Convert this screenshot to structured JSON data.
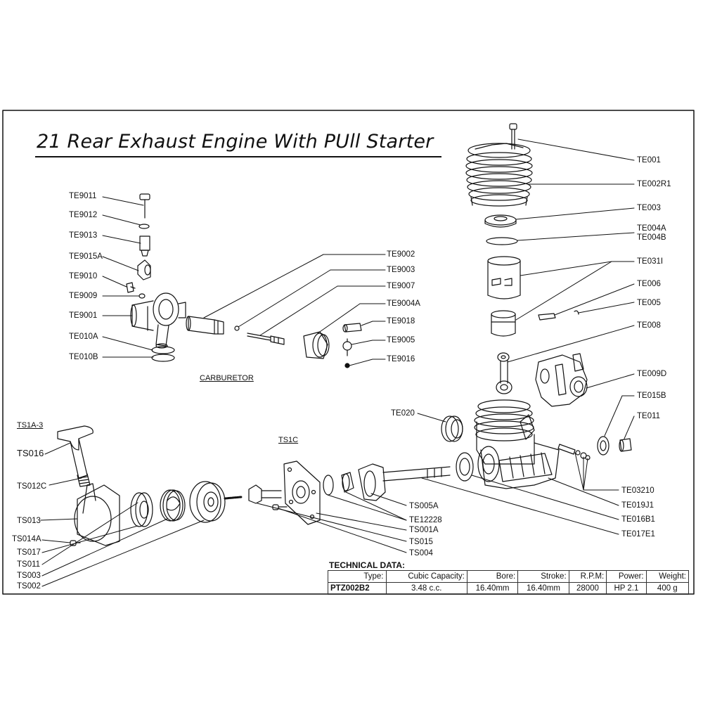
{
  "title": "21 Rear Exhaust Engine With  PUll Starter",
  "sections": {
    "carburetor": "CARBURETOR",
    "ts1a3": "TS1A-3",
    "ts1c": "TS1C"
  },
  "labels": {
    "te001": "TE001",
    "te002r1": "TE002R1",
    "te003": "TE003",
    "te004a": "TE004A",
    "te004b": "TE004B",
    "te031": "TE031I",
    "te006": "TE006",
    "te005": "TE005",
    "te008": "TE008",
    "te009d": "TE009D",
    "te015b": "TE015B",
    "te011": "TE011",
    "te03210": "TE03210",
    "te019j1": "TE019J1",
    "te016b1": "TE016B1",
    "te017e1": "TE017E1",
    "te020": "TE020",
    "te9011": "TE9011",
    "te9012": "TE9012",
    "te9013": "TE9013",
    "te9015a": "TE9015A",
    "te9010": "TE9010",
    "te9009": "TE9009",
    "te9001": "TE9001",
    "te010a": "TE010A",
    "te010b": "TE010B",
    "te9002": "TE9002",
    "te9003": "TE9003",
    "te9007": "TE9007",
    "te9004a": "TE9004A",
    "te9018": "TE9018",
    "te9005": "TE9005",
    "te9016": "TE9016",
    "ts016": "TS016",
    "ts012c": "TS012C",
    "ts013": "TS013",
    "ts014a": "TS014A",
    "ts017": "TS017",
    "ts011": "TS011",
    "ts003": "TS003",
    "ts002": "TS002",
    "ts005a": "TS005A",
    "te12228": "TE12228",
    "ts001a": "TS001A",
    "ts015": "TS015",
    "ts004": "TS004"
  },
  "technical": {
    "title": "TECHNICAL DATA:",
    "headers": [
      "Type:",
      "Cubic Capacity:",
      "Bore:",
      "Stroke:",
      "R.P.M:",
      "Power:",
      "Weight:"
    ],
    "row": [
      "PTZ002B2",
      "3.48 c.c.",
      "16.40mm",
      "16.40mm",
      "28000",
      "HP 2.1",
      "400 g"
    ]
  }
}
